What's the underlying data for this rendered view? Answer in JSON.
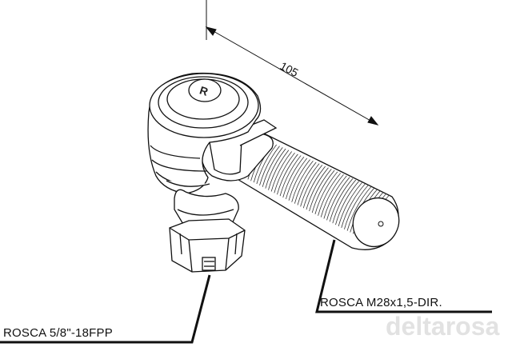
{
  "dimension": {
    "length_label": "105"
  },
  "callouts": {
    "left_thread": "ROSCA 5/8\"-18FPP",
    "right_thread": "ROSCA M28x1,5-DIR."
  },
  "branding": {
    "cap_mark": "R",
    "watermark": "deltarosa"
  },
  "colors": {
    "line": "#111111",
    "watermark": "#e2e2e2",
    "background": "#ffffff"
  }
}
